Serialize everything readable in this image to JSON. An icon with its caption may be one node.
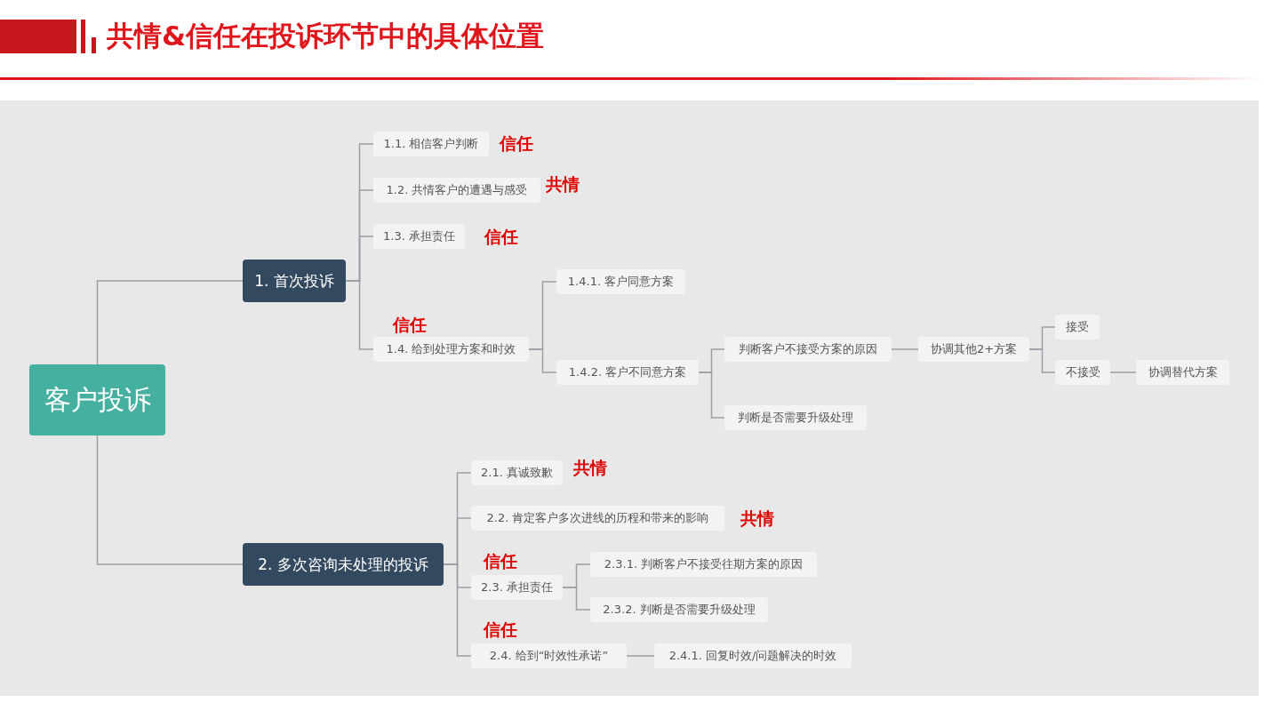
{
  "diagram": {
    "title": "共情&信任在投诉环节中的具体位置",
    "nodes": [
      {
        "text": [
          "客户投诉"
        ]
      },
      {
        "text": [
          "1. 首次投诉"
        ]
      },
      {
        "text": [
          "1.1. 相信客户判断"
        ],
        "beside": [
          "信任"
        ]
      },
      {
        "text": [
          "1.2. 共情客户的遭遇与感受"
        ],
        "beside": [
          "共情"
        ]
      },
      {
        "text": [
          "1.3. 承担责任"
        ],
        "beside": [
          "信任"
        ]
      },
      {
        "text": [
          "1.4. 给到处理方案和时效"
        ],
        "beside": [
          "信任"
        ]
      },
      {
        "text": [
          "1.4.1. 客户同意方案"
        ]
      },
      {
        "text": [
          "1.4.2. 客户不同意方案"
        ]
      },
      {
        "text": [
          "判断客户不接受方案的原因"
        ]
      },
      {
        "text": [
          "判断是否需要升级处理"
        ]
      },
      {
        "text": [
          "协调其他2+方案"
        ]
      },
      {
        "text": [
          "接受"
        ]
      },
      {
        "text": [
          "不接受"
        ]
      },
      {
        "text": [
          "协调替代方案"
        ]
      },
      {
        "text": [
          "2. 多次咨询未处理的投诉"
        ]
      },
      {
        "text": [
          "2.1. 真诚致歉"
        ],
        "beside": [
          "共情"
        ]
      },
      {
        "text": [
          "2.2. 肯定客户多次进线的历程和带来的影响"
        ],
        "beside": [
          "共情"
        ]
      },
      {
        "text": [
          "2.3. 承担责任"
        ],
        "beside": [
          "信任"
        ]
      },
      {
        "text": [
          "2.3.1. 判断客户不接受往期方案的原因"
        ]
      },
      {
        "text": [
          "2.3.2. 判断是否需要升级处理"
        ]
      },
      {
        "text": [
          "2.4. 给到“时效性承诺”"
        ],
        "beside": [
          "信任"
        ]
      },
      {
        "text": [
          "2.4.1. 回复时效/问题解决的时效"
        ]
      }
    ],
    "edges": [
      {
        "from": 0,
        "to": 1,
        "arrow": "none"
      },
      {
        "from": 0,
        "to": 14,
        "arrow": "none"
      },
      {
        "from": 1,
        "to": 2,
        "arrow": "none"
      },
      {
        "from": 1,
        "to": 3,
        "arrow": "none"
      },
      {
        "from": 1,
        "to": 4,
        "arrow": "none"
      },
      {
        "from": 1,
        "to": 5,
        "arrow": "none"
      },
      {
        "from": 5,
        "to": 6,
        "arrow": "none"
      },
      {
        "from": 5,
        "to": 7,
        "arrow": "none"
      },
      {
        "from": 7,
        "to": 8,
        "arrow": "none"
      },
      {
        "from": 7,
        "to": 9,
        "arrow": "none"
      },
      {
        "from": 8,
        "to": 10,
        "arrow": "none"
      },
      {
        "from": 10,
        "to": 11,
        "arrow": "none"
      },
      {
        "from": 10,
        "to": 12,
        "arrow": "none"
      },
      {
        "from": 12,
        "to": 13,
        "arrow": "none"
      },
      {
        "from": 14,
        "to": 15,
        "arrow": "none"
      },
      {
        "from": 14,
        "to": 16,
        "arrow": "none"
      },
      {
        "from": 14,
        "to": 17,
        "arrow": "none"
      },
      {
        "from": 14,
        "to": 20,
        "arrow": "none"
      },
      {
        "from": 17,
        "to": 18,
        "arrow": "none"
      },
      {
        "from": 17,
        "to": 19,
        "arrow": "none"
      },
      {
        "from": 20,
        "to": 21,
        "arrow": "none"
      }
    ]
  }
}
